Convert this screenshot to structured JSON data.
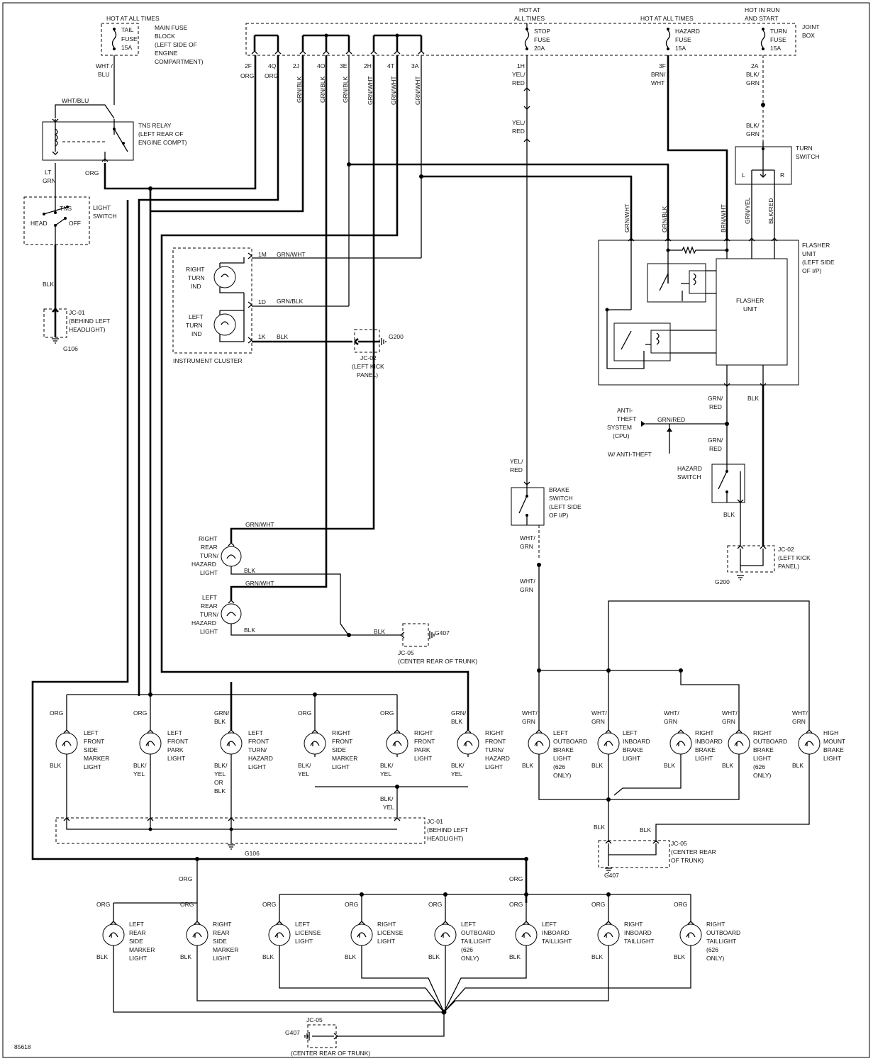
{
  "fig_id": "85618",
  "hot_labels": {
    "hot_tail": "HOT AT ALL TIMES",
    "hot_stop_1": "HOT AT",
    "hot_stop_2": "ALL TIMES",
    "hot_hazard": "HOT AT ALL TIMES",
    "hot_turn_1": "HOT IN RUN",
    "hot_turn_2": "AND START"
  },
  "fuses": {
    "tail": [
      "TAIL",
      "FUSE",
      "15A"
    ],
    "stop": [
      "STOP",
      "FUSE",
      "20A"
    ],
    "hazard": [
      "HAZARD",
      "FUSE",
      "15A"
    ],
    "turn": [
      "TURN",
      "FUSE",
      "15A"
    ]
  },
  "main_fuse_block": [
    "MAIN FUSE",
    "BLOCK",
    "(LEFT SIDE OF",
    "ENGINE",
    "COMPARTMENT)"
  ],
  "joint_box": [
    "JOINT",
    "BOX"
  ],
  "pins": {
    "p2F": "2F",
    "p4Q": "4Q",
    "p2J": "2J",
    "p4O": "4O",
    "p3E": "3E",
    "p2H": "2H",
    "p4T": "4T",
    "p3A": "3A",
    "p1H": "1H",
    "p3F": "3F",
    "p2A": "2A",
    "p1M": "1M",
    "p1D": "1D",
    "p1K": "1K"
  },
  "wires": {
    "org": "ORG",
    "grn_blk": "GRN/BLK",
    "grn_wht": "GRN/WHT",
    "grn_yel": "GRN/YEL",
    "blk_red": "BLK/RED",
    "brn_wht": "BRN/WHT",
    "grn_red": "GRN/RED",
    "blk": "BLK",
    "wht_blu": "WHT/BLU",
    "wht_blu_split": [
      "WHT /",
      "BLU"
    ],
    "lt_grn": [
      "LT",
      "GRN"
    ],
    "yel_red": [
      "YEL/",
      "RED"
    ],
    "brn_wht_split": [
      "BRN/",
      "WHT"
    ],
    "blk_grn": [
      "BLK/",
      "GRN"
    ],
    "wht_grn": [
      "WHT/",
      "GRN"
    ],
    "grn_red_split": [
      "GRN/",
      "RED"
    ],
    "grn_blk_split": [
      "GRN/",
      "BLK"
    ],
    "blk_yel": [
      "BLK/",
      "YEL"
    ],
    "blk_yel_or_blk": [
      "BLK/",
      "YEL",
      "OR",
      "BLK"
    ]
  },
  "tns_relay": [
    "TNS RELAY",
    "(LEFT REAR OF",
    "ENGINE COMPT)"
  ],
  "light_switch": {
    "label": [
      "LIGHT",
      "SWITCH"
    ],
    "tns": "TNS",
    "head": "HEAD",
    "off": "OFF"
  },
  "turn_switch": {
    "label": [
      "TURN",
      "SWITCH"
    ],
    "l": "L",
    "r": "R"
  },
  "flasher_unit": {
    "outer": [
      "FLASHER",
      "UNIT",
      "(LEFT SIDE",
      "OF I/P)"
    ],
    "inner": [
      "FLASHER",
      "UNIT"
    ]
  },
  "anti_theft": {
    "label": [
      "ANTI-",
      "THEFT",
      "SYSTEM",
      "(CPU)"
    ],
    "note": "W/ ANTI-THEFT"
  },
  "hazard_switch": [
    "HAZARD",
    "SWITCH"
  ],
  "brake_switch": [
    "BRAKE",
    "SWITCH",
    "(LEFT SIDE",
    "OF I/P)"
  ],
  "instrument_cluster": {
    "label": "INSTRUMENT CLUSTER",
    "right_ind": [
      "RIGHT",
      "TURN",
      "IND"
    ],
    "left_ind": [
      "LEFT",
      "TURN",
      "IND"
    ]
  },
  "junctions": {
    "jc01_head": [
      "JC-01",
      "(BEHIND LEFT",
      "HEADLIGHT)"
    ],
    "jc02_kick": [
      "JC-02",
      "(LEFT KICK",
      "PANEL)"
    ],
    "jc05_trunk_a": "JC-05",
    "jc05_trunk_a_desc": "(CENTER REAR OF TRUNK)",
    "jc05_trunk_b": [
      "JC-05",
      "(CENTER REAR",
      "OF TRUNK)"
    ]
  },
  "grounds": {
    "g106": "G106",
    "g200": "G200",
    "g407": "G407"
  },
  "rear_turn_lights": {
    "right": [
      "RIGHT",
      "REAR",
      "TURN/",
      "HAZARD",
      "LIGHT"
    ],
    "left": [
      "LEFT",
      "REAR",
      "TURN/",
      "HAZARD",
      "LIGHT"
    ]
  },
  "front_lights": [
    [
      "LEFT",
      "FRONT",
      "SIDE",
      "MARKER",
      "LIGHT"
    ],
    [
      "LEFT",
      "FRONT",
      "PARK",
      "LIGHT"
    ],
    [
      "LEFT",
      "FRONT",
      "TURN/",
      "HAZARD",
      "LIGHT"
    ],
    [
      "RIGHT",
      "FRONT",
      "SIDE",
      "MARKER",
      "LIGHT"
    ],
    [
      "RIGHT",
      "FRONT",
      "PARK",
      "LIGHT"
    ],
    [
      "RIGHT",
      "FRONT",
      "TURN/",
      "HAZARD",
      "LIGHT"
    ]
  ],
  "brake_lights": [
    [
      "LEFT",
      "OUTBOARD",
      "BRAKE",
      "LIGHT",
      "(626",
      "ONLY)"
    ],
    [
      "LEFT",
      "INBOARD",
      "BRAKE",
      "LIGHT"
    ],
    [
      "RIGHT",
      "INBOARD",
      "BRAKE",
      "LIGHT"
    ],
    [
      "RIGHT",
      "OUTBOARD",
      "BRAKE",
      "LIGHT",
      "(626",
      "ONLY)"
    ],
    [
      "HIGH",
      "MOUNT",
      "BRAKE",
      "LIGHT"
    ]
  ],
  "rear_lights": [
    [
      "LEFT",
      "REAR",
      "SIDE",
      "MARKER",
      "LIGHT"
    ],
    [
      "RIGHT",
      "REAR",
      "SIDE",
      "MARKER",
      "LIGHT"
    ],
    [
      "LEFT",
      "LICENSE",
      "LIGHT"
    ],
    [
      "RIGHT",
      "LICENSE",
      "LIGHT"
    ],
    [
      "LEFT",
      "OUTBOARD",
      "TAILLIGHT",
      "(626",
      "ONLY)"
    ],
    [
      "LEFT",
      "INBOARD",
      "TAILLIGHT"
    ],
    [
      "RIGHT",
      "INBOARD",
      "TAILLIGHT"
    ],
    [
      "RIGHT",
      "OUTBOARD",
      "TAILLIGHT",
      "(626",
      "ONLY)"
    ]
  ]
}
